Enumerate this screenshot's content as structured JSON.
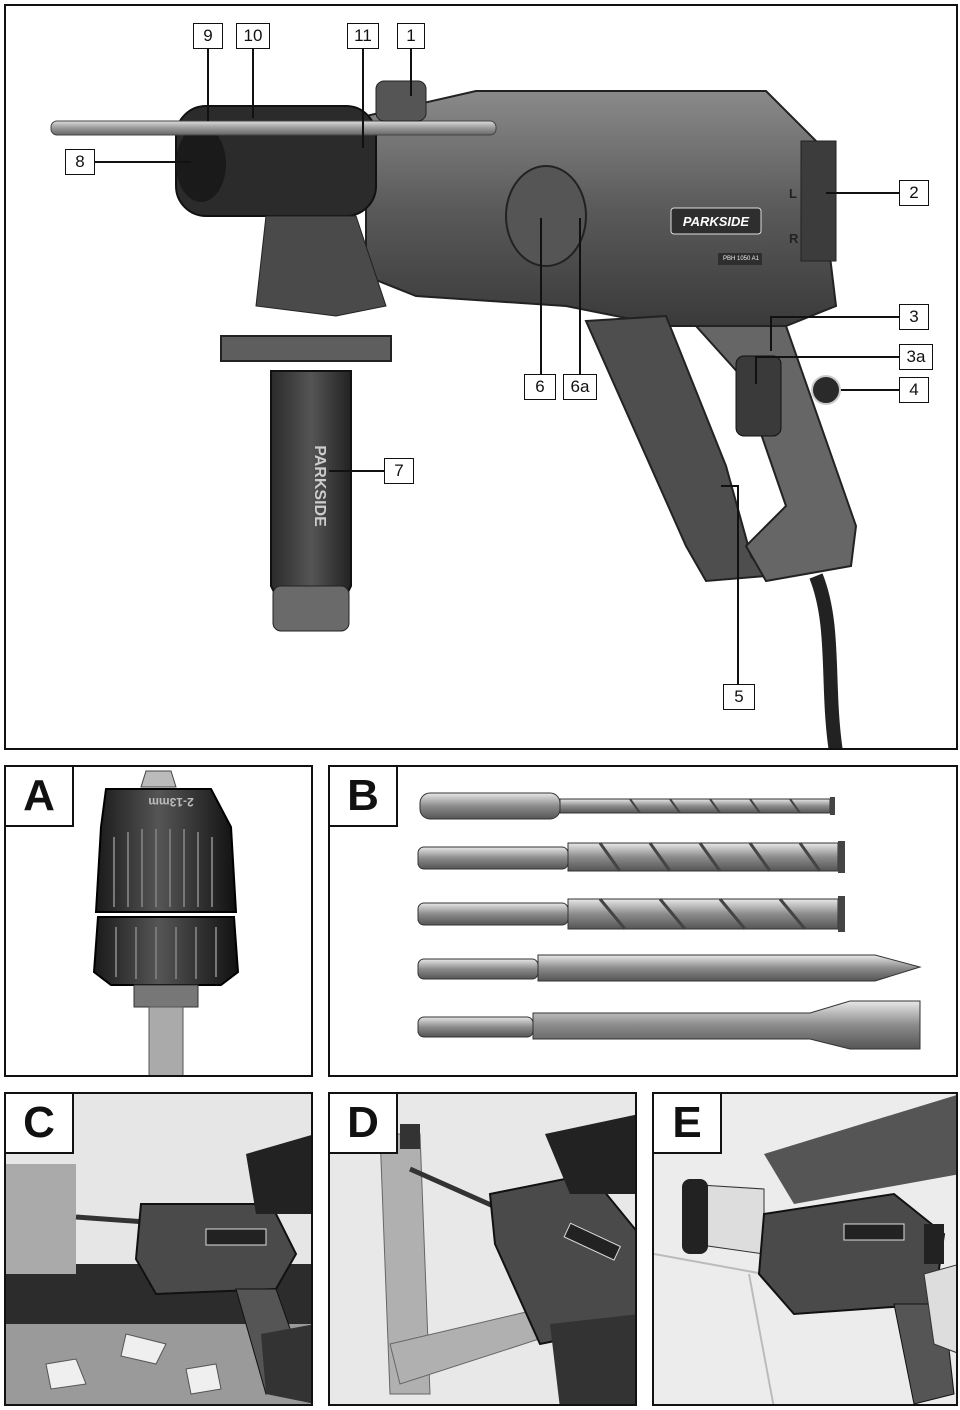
{
  "overview": {
    "callouts": {
      "c9": "9",
      "c10": "10",
      "c11": "11",
      "c1": "1",
      "c8": "8",
      "c2": "2",
      "c3": "3",
      "c3a": "3a",
      "c4": "4",
      "c6": "6",
      "c6a": "6a",
      "c7": "7",
      "c5": "5"
    },
    "brand": "PARKSIDE",
    "model": "PBH 1050 A1",
    "switch_left": "L",
    "switch_right": "R"
  },
  "panels": {
    "a": {
      "label": "A",
      "chuck_text": "2-13mm"
    },
    "b": {
      "label": "B"
    },
    "c": {
      "label": "C"
    },
    "d": {
      "label": "D"
    },
    "e": {
      "label": "E"
    }
  }
}
